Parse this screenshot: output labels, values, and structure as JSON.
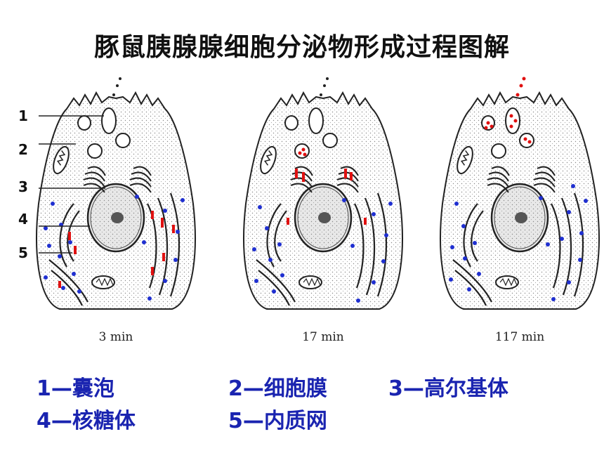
{
  "title": "豚鼠胰腺腺细胞分泌物形成过程图解",
  "markers": [
    "1",
    "2",
    "3",
    "4",
    "5"
  ],
  "panels": [
    {
      "time": "3 min"
    },
    {
      "time": "17 min"
    },
    {
      "time": "117 min"
    }
  ],
  "legend": [
    "1—囊泡",
    "2—细胞膜",
    "3—高尔基体",
    "4—核糖体",
    "5—内质网"
  ],
  "colors": {
    "ribosome": "#1f2fd0",
    "secretion": "#e01010",
    "legend_text": "#1a24b0"
  }
}
